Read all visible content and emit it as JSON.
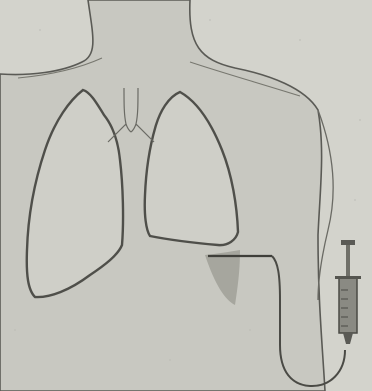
{
  "figure": {
    "subject": "chest-with-lungs-and-aspiration-syringe",
    "parts": [
      "torso",
      "neck",
      "lungs",
      "trachea",
      "bronchi",
      "pleural-needle",
      "tube",
      "syringe"
    ]
  },
  "colors": {
    "paper": "#d3d3cc",
    "body": "#c8c8c1",
    "outline": "#555550",
    "lung": "#cfcfc8",
    "shadow": "#9c9c95",
    "syringe": "#7f7f78"
  }
}
